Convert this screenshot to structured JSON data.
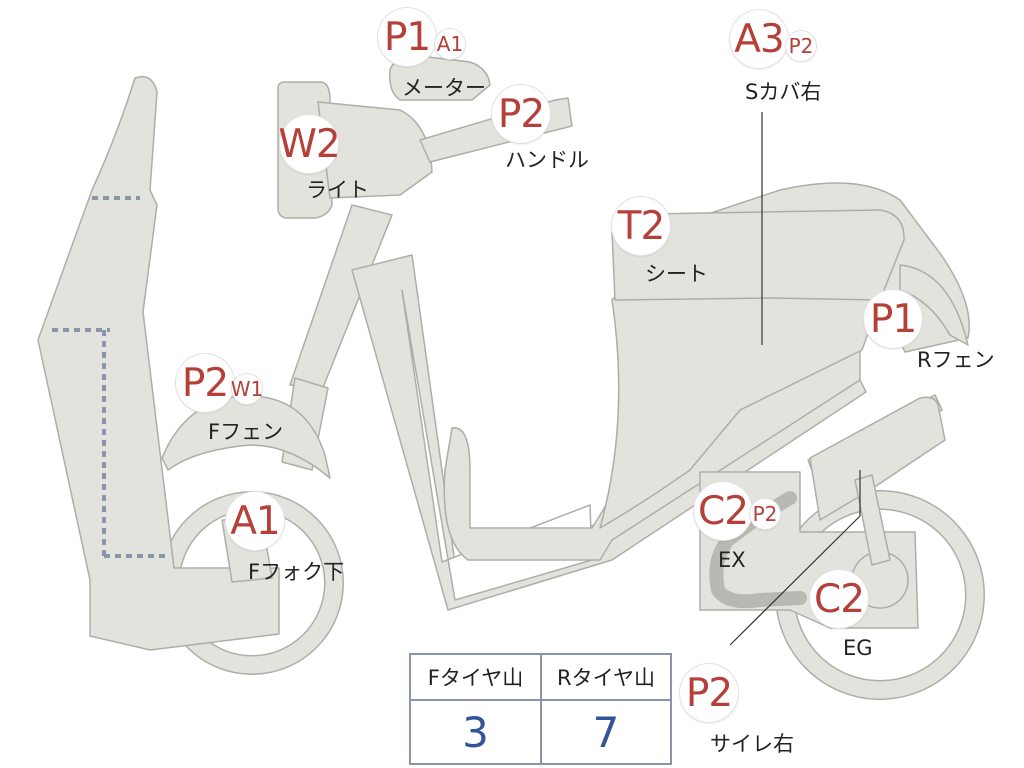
{
  "colors": {
    "body_fill": "#e3e3de",
    "body_stroke": "#aeaea8",
    "code_text": "#b5403a",
    "value_text": "#33549a",
    "table_border": "#8a95aa",
    "exhaust": "#b9b9b3"
  },
  "parts": {
    "meter": {
      "codes": [
        "P1",
        "A1"
      ],
      "label": "メーター"
    },
    "handle": {
      "codes": [
        "P2"
      ],
      "label": "ハンドル"
    },
    "light": {
      "codes": [
        "W2"
      ],
      "label": "ライト"
    },
    "side_cover_right": {
      "codes": [
        "A3",
        "P2"
      ],
      "label": "Sカバ右"
    },
    "seat": {
      "codes": [
        "T2"
      ],
      "label": "シート"
    },
    "rear_fender": {
      "codes": [
        "P1"
      ],
      "label": "Rフェン"
    },
    "front_fender": {
      "codes": [
        "P2",
        "W1"
      ],
      "label": "Fフェン"
    },
    "front_fork_lower": {
      "codes": [
        "A1"
      ],
      "label": "Fフォク下"
    },
    "exhaust": {
      "codes": [
        "C2",
        "P2"
      ],
      "label": "EX"
    },
    "engine": {
      "codes": [
        "C2"
      ],
      "label": "EG"
    },
    "silencer_right": {
      "codes": [
        "P2"
      ],
      "label": "サイレ右"
    }
  },
  "tire_table": {
    "headers": [
      "Fタイヤ山",
      "Rタイヤ山"
    ],
    "values": [
      "3",
      "7"
    ]
  }
}
